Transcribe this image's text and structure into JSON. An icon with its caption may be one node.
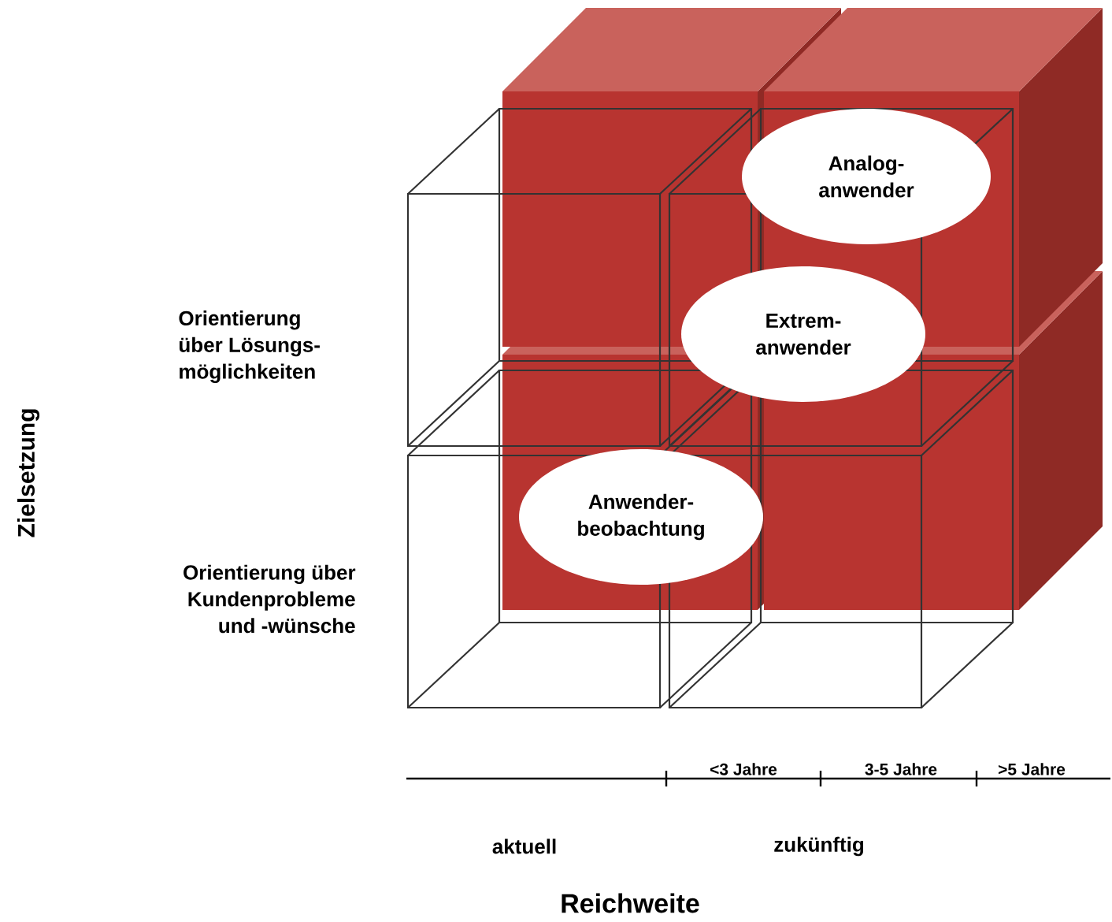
{
  "diagram": {
    "nodes": [
      {
        "text": [
          "Analog- anwender"
        ]
      },
      {
        "text": [
          "Extrem- anwender"
        ]
      },
      {
        "text": [
          "Anwender- beobachtung"
        ]
      }
    ],
    "labels": [
      "Orientierung über Lösungs- möglichkeiten",
      "Zielsetzung",
      "Orientierung über Kundenprobleme und -wünsche",
      "<3 Jahre",
      "3-5 Jahre",
      ">5 Jahre",
      "aktuell",
      "zukünftig",
      "Reichweite"
    ]
  }
}
